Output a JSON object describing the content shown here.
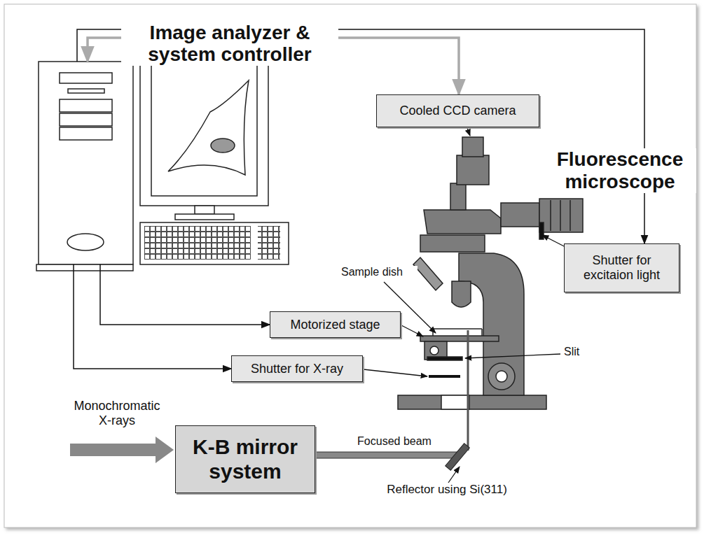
{
  "diagram": {
    "nodes": [
      {
        "text": [
          "Image analyzer & system controller"
        ]
      },
      {
        "text": [
          "Cooled CCD camera"
        ]
      },
      {
        "text": [
          "Shutter for excitaion light"
        ]
      },
      {
        "text": [
          "Motorized stage"
        ]
      },
      {
        "text": [
          "Shutter for X-ray"
        ]
      },
      {
        "text": [
          "K-B mirror system"
        ]
      }
    ],
    "edges": [
      {
        "from": 0,
        "to": 1,
        "arrow": "both"
      },
      {
        "from": 0,
        "to": 2,
        "arrow": "to"
      },
      {
        "from": 0,
        "to": 3,
        "arrow": "to"
      },
      {
        "from": 0,
        "to": 4,
        "arrow": "to"
      }
    ],
    "labels": [
      "Fluorescence microscope",
      "Sample dish",
      "Slit",
      "Monochromatic X-rays",
      "Focused beam",
      "Reflector using Si(311)"
    ]
  }
}
